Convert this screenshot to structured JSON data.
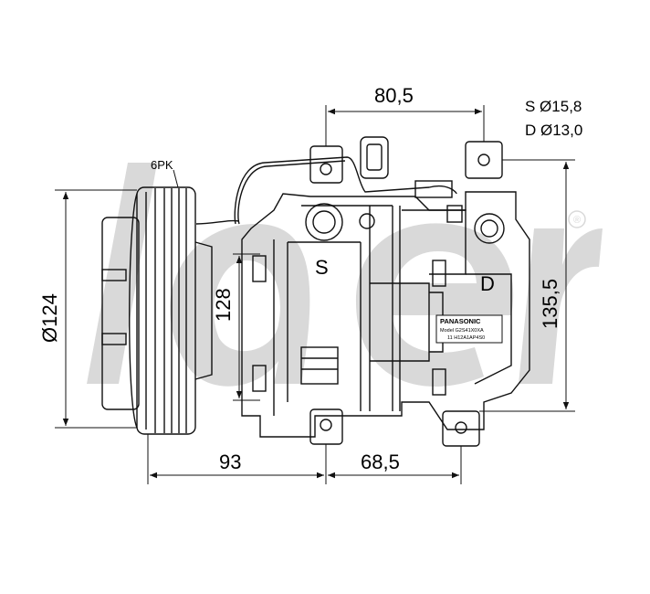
{
  "watermark": {
    "brand_text": "laer",
    "registered_mark": "®",
    "color": "#d9d9d9"
  },
  "labels": {
    "belt": "6PK",
    "pulley_diameter": "Ø124",
    "suction_port": "S",
    "discharge_port": "D",
    "height_128": "128",
    "height_135": "135,5",
    "width_93": "93",
    "width_68": "68,5",
    "width_80": "80,5",
    "spec_suction": "S Ø15,8",
    "spec_discharge": "D Ø13,0"
  },
  "nameplate": {
    "brand": "PANASONIC",
    "model_line": "Model G2S41X0XA",
    "serial_line": "11 H12A1AP4S0"
  },
  "colors": {
    "line": "#111111",
    "background": "#ffffff"
  }
}
